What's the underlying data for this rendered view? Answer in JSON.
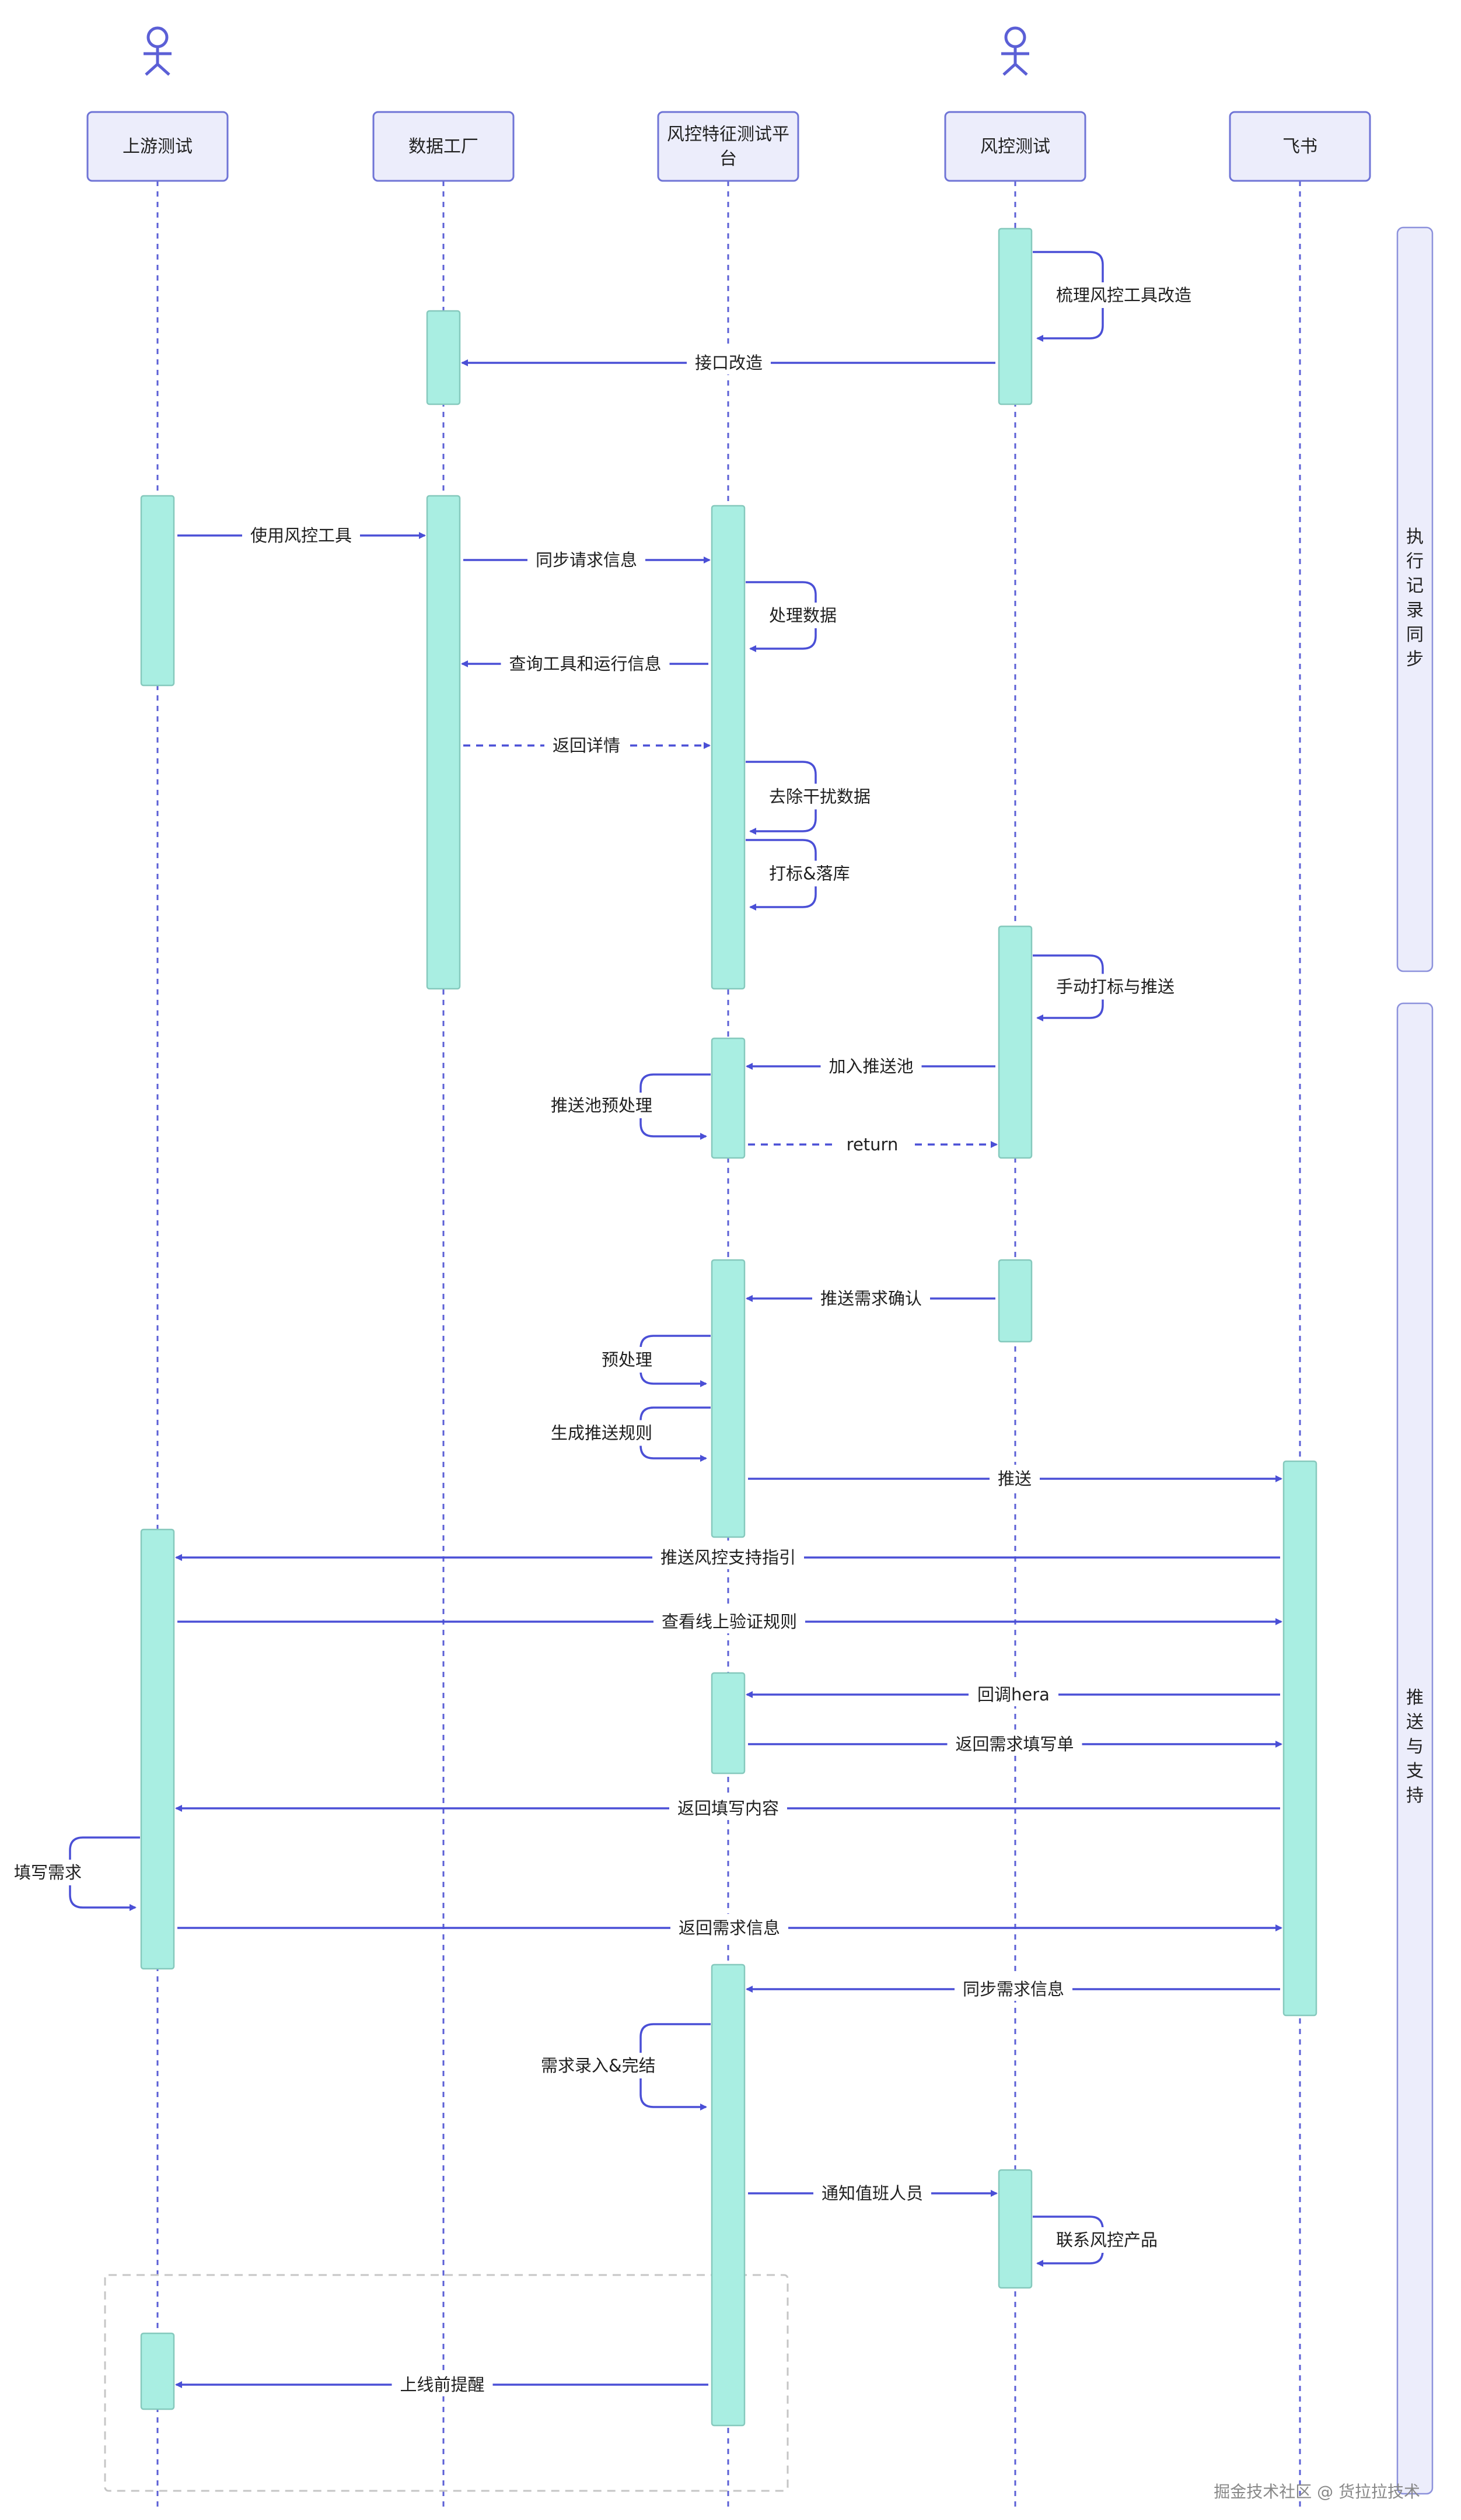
{
  "participants": [
    {
      "id": "upstream",
      "label": "上游测试",
      "stick": true
    },
    {
      "id": "datafactory",
      "label": "数据工厂",
      "stick": false
    },
    {
      "id": "platform",
      "label": "风控特征测试平台",
      "stick": false
    },
    {
      "id": "risktest",
      "label": "风控测试",
      "stick": true
    },
    {
      "id": "feishu",
      "label": "飞书",
      "stick": false
    }
  ],
  "phases": [
    {
      "label": "执行记录同步"
    },
    {
      "label": "推送与支持"
    }
  ],
  "messages": [
    {
      "from": "risktest",
      "to": "risktest",
      "label": "梳理风控工具改造",
      "style": "solid"
    },
    {
      "from": "risktest",
      "to": "datafactory",
      "label": "接口改造",
      "style": "solid"
    },
    {
      "from": "upstream",
      "to": "datafactory",
      "label": "使用风控工具",
      "style": "solid"
    },
    {
      "from": "datafactory",
      "to": "platform",
      "label": "同步请求信息",
      "style": "solid"
    },
    {
      "from": "platform",
      "to": "platform",
      "label": "处理数据",
      "style": "solid"
    },
    {
      "from": "platform",
      "to": "datafactory",
      "label": "查询工具和运行信息",
      "style": "solid"
    },
    {
      "from": "datafactory",
      "to": "platform",
      "label": "返回详情",
      "style": "dashed"
    },
    {
      "from": "platform",
      "to": "platform",
      "label": "去除干扰数据",
      "style": "solid"
    },
    {
      "from": "platform",
      "to": "platform",
      "label": "打标&落库",
      "style": "solid"
    },
    {
      "from": "risktest",
      "to": "risktest",
      "label": "手动打标与推送",
      "style": "solid"
    },
    {
      "from": "risktest",
      "to": "platform",
      "label": "加入推送池",
      "style": "solid"
    },
    {
      "from": "platform",
      "to": "platform",
      "label": "推送池预处理",
      "style": "solid"
    },
    {
      "from": "platform",
      "to": "risktest",
      "label": "return",
      "style": "dashed"
    },
    {
      "from": "risktest",
      "to": "platform",
      "label": "推送需求确认",
      "style": "solid"
    },
    {
      "from": "platform",
      "to": "platform",
      "label": "预处理",
      "style": "solid"
    },
    {
      "from": "platform",
      "to": "platform",
      "label": "生成推送规则",
      "style": "solid"
    },
    {
      "from": "platform",
      "to": "feishu",
      "label": "推送",
      "style": "solid"
    },
    {
      "from": "feishu",
      "to": "upstream",
      "label": "推送风控支持指引",
      "style": "solid"
    },
    {
      "from": "upstream",
      "to": "feishu",
      "label": "查看线上验证规则",
      "style": "solid"
    },
    {
      "from": "feishu",
      "to": "platform",
      "label": "回调hera",
      "style": "solid"
    },
    {
      "from": "platform",
      "to": "feishu",
      "label": "返回需求填写单",
      "style": "solid"
    },
    {
      "from": "feishu",
      "to": "upstream",
      "label": "返回填写内容",
      "style": "solid"
    },
    {
      "from": "upstream",
      "to": "upstream",
      "label": "填写需求",
      "style": "solid"
    },
    {
      "from": "upstream",
      "to": "feishu",
      "label": "返回需求信息",
      "style": "solid"
    },
    {
      "from": "feishu",
      "to": "platform",
      "label": "同步需求信息",
      "style": "solid"
    },
    {
      "from": "platform",
      "to": "platform",
      "label": "需求录入&完结",
      "style": "solid"
    },
    {
      "from": "platform",
      "to": "risktest",
      "label": "通知值班人员",
      "style": "solid"
    },
    {
      "from": "risktest",
      "to": "risktest",
      "label": "联系风控产品",
      "style": "solid"
    },
    {
      "from": "platform",
      "to": "upstream",
      "label": "上线前提醒",
      "style": "solid"
    }
  ],
  "watermark": "掘金技术社区 @ 货拉拉技术",
  "colors": {
    "actor_fill": "#ecedfb",
    "actor_stroke": "#6f74d6",
    "arrow": "#4a4fd6",
    "activation_fill": "#a9eee2",
    "activation_stroke": "#86c9bd"
  }
}
